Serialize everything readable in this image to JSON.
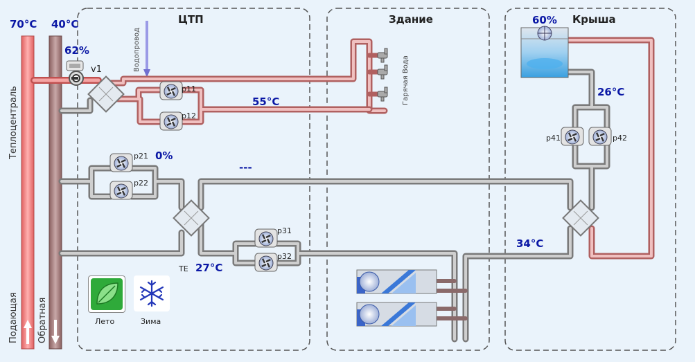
{
  "zones": {
    "ctp": "ЦТП",
    "building": "Здание",
    "roof": "Крыша"
  },
  "mains": {
    "supply_temp": "70°C",
    "return_temp": "40°C",
    "heating_main_label": "Теплоцентраль",
    "supply_label": "Подающая",
    "return_label": "Обратная"
  },
  "valve": {
    "name": "v1",
    "position": "62%"
  },
  "water_supply_label": "Водопровод",
  "hot_water_label": "Гарячая Вода",
  "temps": {
    "hot_water": "55°C",
    "heating_circuit": "---",
    "te": "27°C",
    "te_label": "TE",
    "roof_out": "34°C",
    "roof_in": "26°C"
  },
  "pumps": {
    "p11": "p11",
    "p12": "p12",
    "p21": "p21",
    "p22": "p22",
    "p31": "p31",
    "p32": "p32",
    "p41": "p41",
    "p42": "p42"
  },
  "pump_group2_speed": "0%",
  "cooler_fan_speed": "60%",
  "modes": {
    "summer": "Лето",
    "winter": "Зима"
  }
}
